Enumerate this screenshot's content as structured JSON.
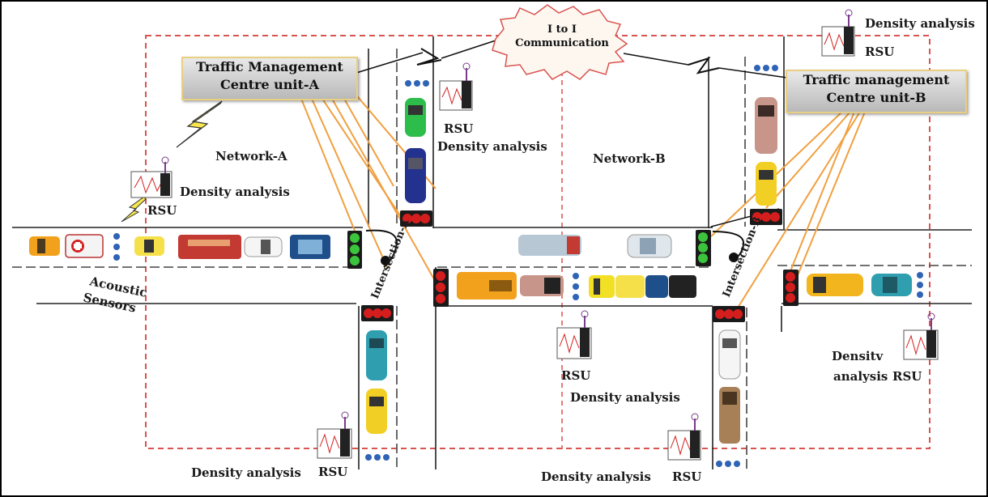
{
  "cloud": {
    "line1": "I to I",
    "line2": "Communication"
  },
  "tmc_a": {
    "line1": "Traffic Management",
    "line2": "Centre unit-A"
  },
  "tmc_b": {
    "line1": "Traffic management",
    "line2": "Centre unit-B"
  },
  "networks": {
    "a": "Network-A",
    "b": "Network-B"
  },
  "intersections": {
    "a": "Intersection-A",
    "b": "Intersection-B"
  },
  "acoustic": {
    "line1": "Acoustic",
    "line2": "Sensors"
  },
  "rsu_label": "RSU",
  "density_label": "Density analysis",
  "density_wrapped": {
    "line1": "Densitv",
    "line2": "analysis"
  },
  "colors": {
    "boundary": "#d9534f",
    "link": "#f0a040",
    "road": "#222222",
    "lane_divider": "#444444",
    "light_red": "#d41e1e",
    "light_green": "#3dc43d",
    "light_body": "#1a1a1a",
    "queue_dot": "#2f63b5",
    "tmc_border": "#e8cf82",
    "antenna": "#7a3c8c"
  },
  "icons": [
    "traffic-light-icon",
    "rsu-icon",
    "lightning-icon",
    "cloud-icon",
    "car-icon",
    "bus-icon",
    "ambulance-icon",
    "acoustic-sensor-icon",
    "vehicle-queue-dots-icon"
  ]
}
